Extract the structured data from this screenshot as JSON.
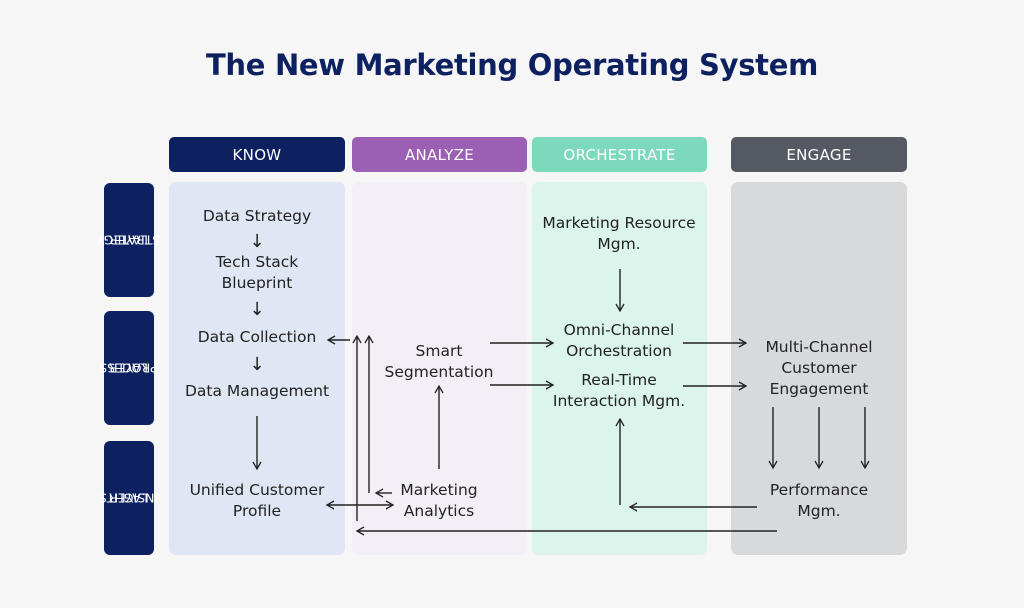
{
  "title": "The New Marketing Operating System",
  "columns": [
    {
      "label": "KNOW",
      "header_color": "#0d2160",
      "body_color": "#dfe6f4"
    },
    {
      "label": "ANALYZE",
      "header_color": "#9b5fb4",
      "body_color": "#f3eff7"
    },
    {
      "label": "ORCHESTRATE",
      "header_color": "#7dd9bb",
      "body_color": "#dbf4ec"
    },
    {
      "label": "ENGAGE",
      "header_color": "#555a62",
      "body_color": "#d8d9db"
    }
  ],
  "layers": [
    {
      "line1": "STRATEGY",
      "line2": "LAYER"
    },
    {
      "line1": "PROCESS",
      "line2": "LAYER"
    },
    {
      "line1": "INSIGHTS",
      "line2": "LAYER"
    }
  ],
  "nodes": {
    "data_strategy": "Data Strategy",
    "tech_stack_1": "Tech Stack",
    "tech_stack_2": "Blueprint",
    "data_collection": "Data Collection",
    "data_management": "Data Management",
    "unified_profile_1": "Unified Customer",
    "unified_profile_2": "Profile",
    "smart_seg_1": "Smart",
    "smart_seg_2": "Segmentation",
    "marketing_analytics_1": "Marketing",
    "marketing_analytics_2": "Analytics",
    "mrm_1": "Marketing Resource",
    "mrm_2": "Mgm.",
    "omni_1": "Omni-Channel",
    "omni_2": "Orchestration",
    "realtime_1": "Real-Time",
    "realtime_2": "Interaction Mgm.",
    "multichannel_1": "Multi-Channel",
    "multichannel_2": "Customer",
    "multichannel_3": "Engagement",
    "performance_1": "Performance",
    "performance_2": "Mgm."
  },
  "glyphs": {
    "down_arrow": "↓"
  }
}
